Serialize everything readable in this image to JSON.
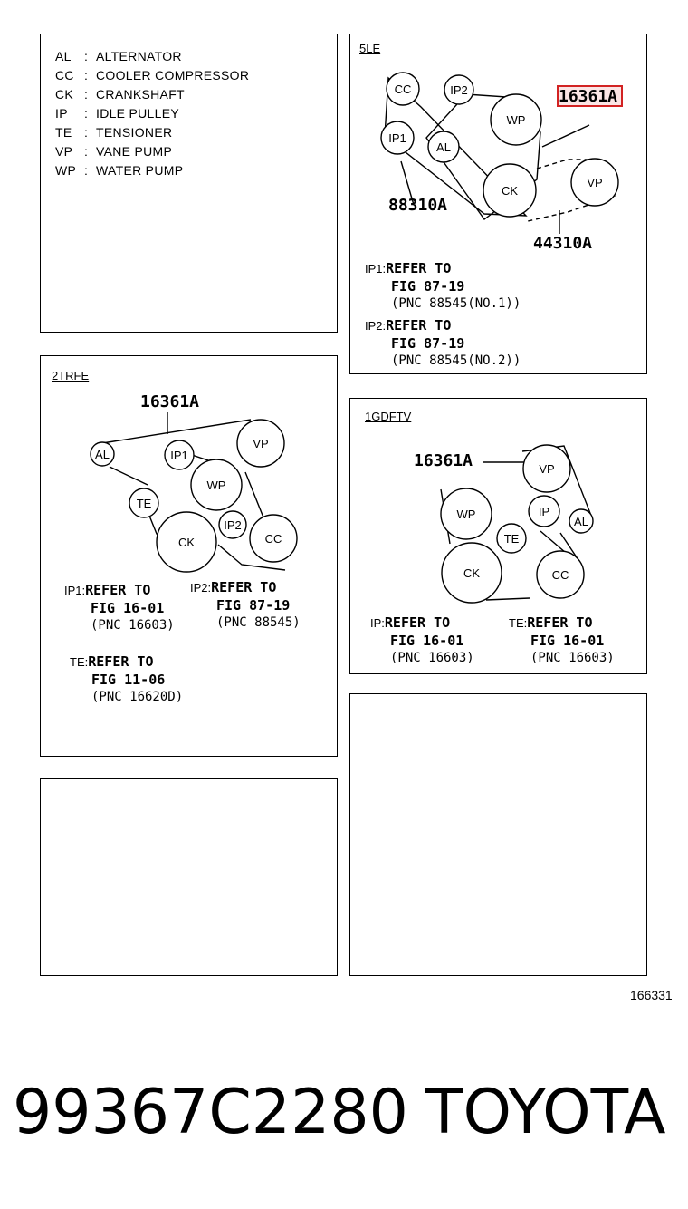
{
  "legend": [
    {
      "code": "AL",
      "name": "ALTERNATOR"
    },
    {
      "code": "CC",
      "name": "COOLER COMPRESSOR"
    },
    {
      "code": "CK",
      "name": "CRANKSHAFT"
    },
    {
      "code": "IP",
      "name": "IDLE PULLEY"
    },
    {
      "code": "TE",
      "name": "TENSIONER"
    },
    {
      "code": "VP",
      "name": "VANE PUMP"
    },
    {
      "code": "WP",
      "name": "WATER PUMP"
    }
  ],
  "sep": ":",
  "panel_5le": {
    "tag": "5LE",
    "parts": [
      "16361A",
      "88310A",
      "44310A"
    ],
    "pulleys": [
      "CC",
      "IP2",
      "WP",
      "IP1",
      "AL",
      "CK",
      "VP"
    ],
    "notes": [
      {
        "key": "IP1:",
        "l1": "REFER TO",
        "l2": "FIG 87-19",
        "l3": "(PNC 88545(NO.1))"
      },
      {
        "key": "IP2:",
        "l1": "REFER TO",
        "l2": "FIG 87-19",
        "l3": "(PNC 88545(NO.2))"
      }
    ]
  },
  "panel_2trfe": {
    "tag": "2TRFE",
    "part": "16361A",
    "pulleys": [
      "AL",
      "IP1",
      "VP",
      "WP",
      "TE",
      "CK",
      "IP2",
      "CC"
    ],
    "notes": [
      {
        "key": "IP1:",
        "l1": "REFER TO",
        "l2": "FIG 16-01",
        "l3": "(PNC 16603)"
      },
      {
        "key": "IP2:",
        "l1": "REFER TO",
        "l2": "FIG 87-19",
        "l3": "(PNC 88545)"
      },
      {
        "key": "TE:",
        "l1": "REFER TO",
        "l2": "FIG 11-06",
        "l3": "(PNC 16620D)"
      }
    ]
  },
  "panel_1gdftv": {
    "tag": "1GDFTV",
    "part": "16361A",
    "pulleys": [
      "VP",
      "WP",
      "IP",
      "AL",
      "TE",
      "CK",
      "CC"
    ],
    "notes": [
      {
        "key": "IP:",
        "l1": "REFER TO",
        "l2": "FIG 16-01",
        "l3": "(PNC 16603)"
      },
      {
        "key": "TE:",
        "l1": "REFER TO",
        "l2": "FIG 16-01",
        "l3": "(PNC 16603)"
      }
    ]
  },
  "figure_number": "166331",
  "footer": {
    "part_number": "99367C2280",
    "brand": "TOYOTA"
  },
  "highlight_color": "#d22222"
}
